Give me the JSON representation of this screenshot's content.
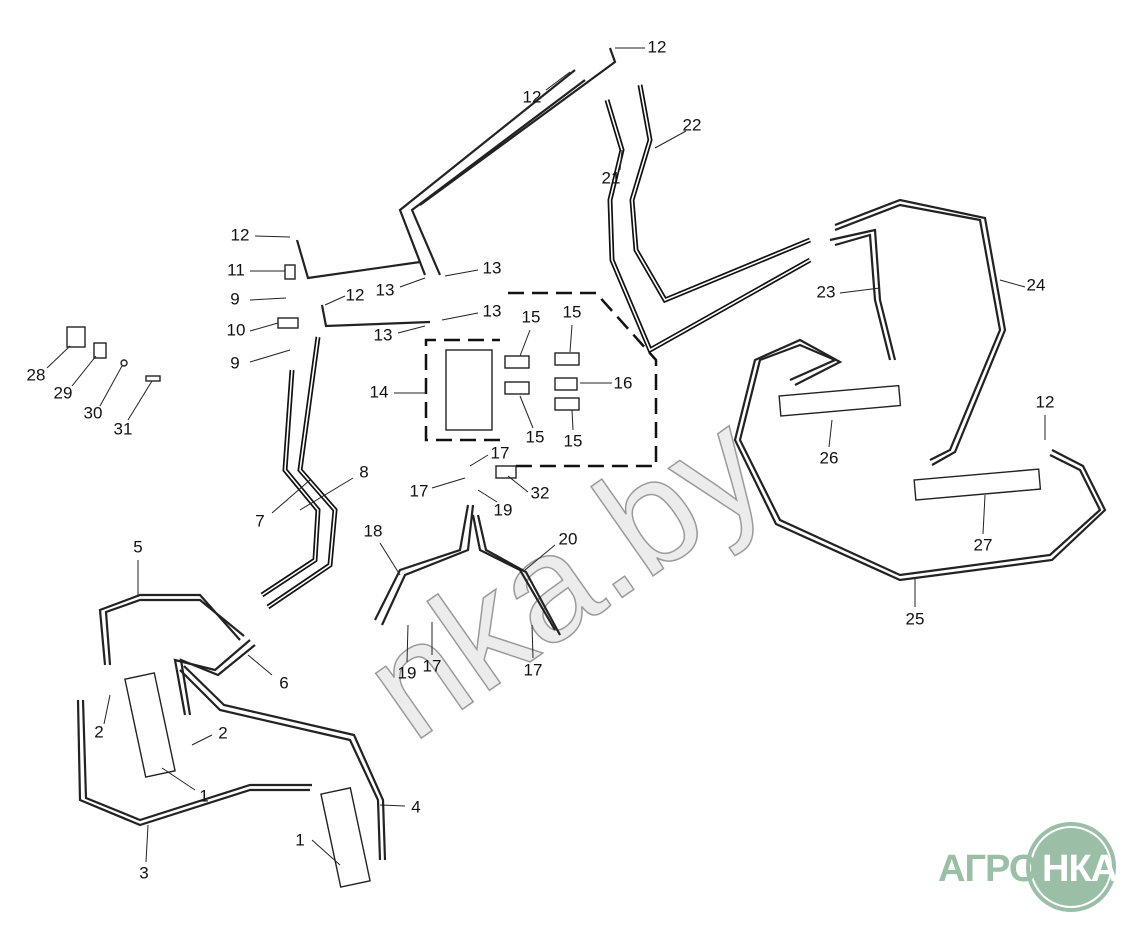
{
  "diagram": {
    "callouts": [
      "12",
      "12",
      "22",
      "21",
      "12",
      "11",
      "9",
      "12",
      "10",
      "9",
      "13",
      "13",
      "13",
      "13",
      "15",
      "15",
      "16",
      "14",
      "15",
      "15",
      "28",
      "29",
      "30",
      "31",
      "8",
      "7",
      "17",
      "17",
      "32",
      "19",
      "18",
      "20",
      "5",
      "6",
      "19",
      "17",
      "17",
      "2",
      "2",
      "1",
      "3",
      "1",
      "4",
      "26",
      "27",
      "24",
      "23",
      "12",
      "25"
    ],
    "watermark": "nka.by"
  },
  "logo": {
    "left": "АГРО",
    "right": "НКА",
    "color": "#9bbfa6"
  }
}
